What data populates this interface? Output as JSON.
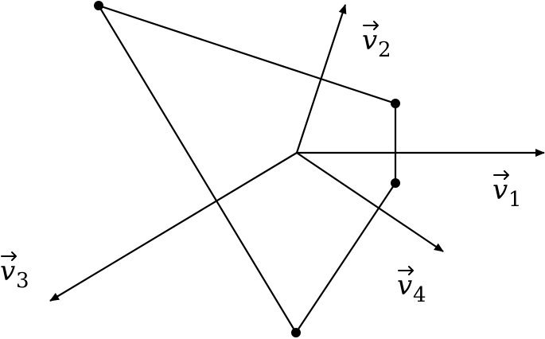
{
  "diagram": {
    "vectors": [
      {
        "name": "v1",
        "base": "v",
        "subscript": "1"
      },
      {
        "name": "v2",
        "base": "v",
        "subscript": "2"
      },
      {
        "name": "v3",
        "base": "v",
        "subscript": "3"
      },
      {
        "name": "v4",
        "base": "v",
        "subscript": "4"
      }
    ],
    "colors": {
      "stroke": "#000000",
      "background": "#ffffff"
    }
  }
}
